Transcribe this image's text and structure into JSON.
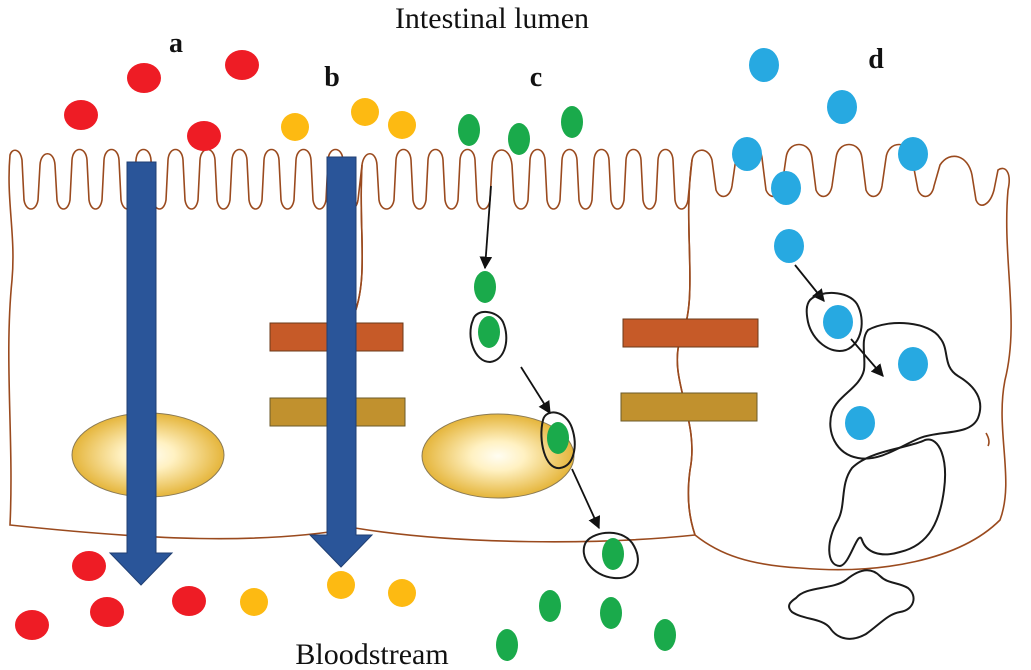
{
  "labels": {
    "top": "Intestinal lumen",
    "bottom": "Bloodstream",
    "panels": [
      "a",
      "b",
      "c",
      "d"
    ]
  },
  "colors": {
    "particle_a": "#ee1c25",
    "particle_b": "#fdba12",
    "particle_c": "#1aaa4b",
    "particle_d": "#27a9e1",
    "cell_outline": "#9a4a1e",
    "junction_upper": "#c65a28",
    "junction_lower": "#c1912e",
    "nucleus_core": "#fff8dc",
    "nucleus_edge": "#e5b53b",
    "big_arrow": "#2a5599"
  },
  "icons": {
    "nucleus": "nucleus-ellipse",
    "junction": "tight-junction-bar",
    "vesicle": "endocytic-vesicle"
  }
}
